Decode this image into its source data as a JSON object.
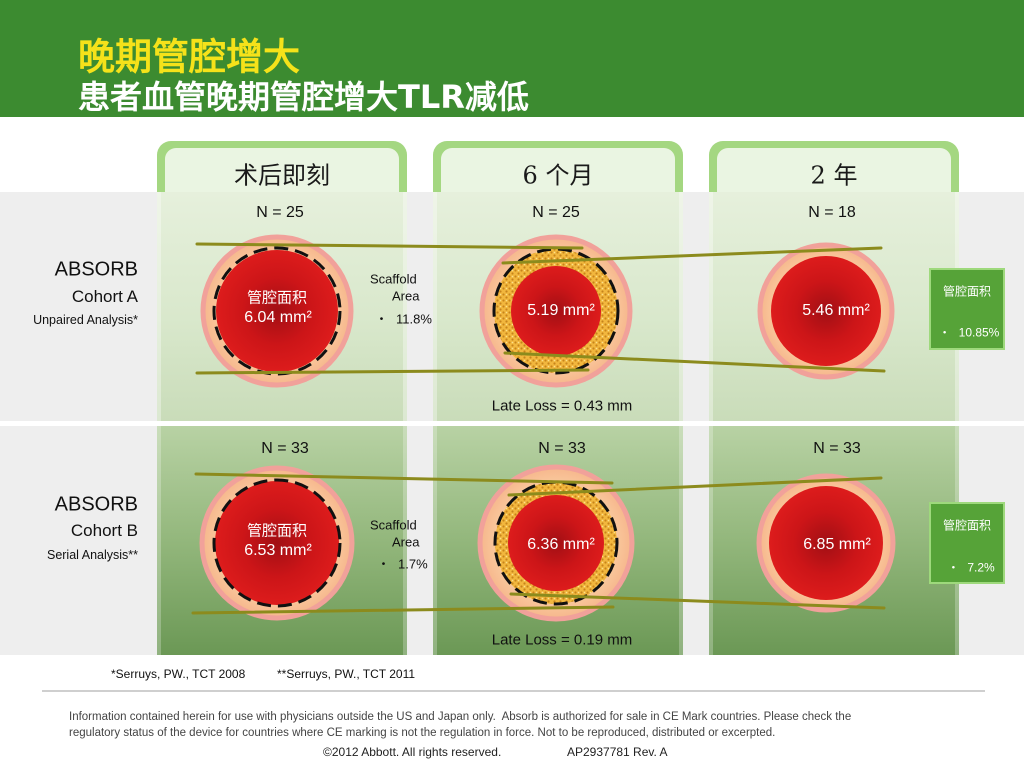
{
  "header": {
    "title": "晚期管腔增大",
    "subtitle": "患者血管晚期管腔增大TLR减低"
  },
  "columns": [
    "术后即刻",
    "6 个月",
    "2 年"
  ],
  "rows": [
    {
      "study": "ABSORB",
      "cohort": "Cohort A",
      "analysis": "Unpaired Analysis*",
      "n": [
        "N = 25",
        "N = 25",
        "N = 18"
      ],
      "lumen_area_label": "管腔面积",
      "lumen_area": [
        "6.04 mm²",
        "5.19 mm²",
        "5.46 mm²"
      ],
      "scaffold_area": {
        "label_line_1": "Scaffold",
        "label_line_2": "Area",
        "bullet": "・",
        "change": "11.8%"
      },
      "late_loss": "Late Loss = 0.43 mm",
      "lumen_area_change": {
        "label": "管腔面积",
        "bullet": "・",
        "change": "10.85%"
      }
    },
    {
      "study": "ABSORB",
      "cohort": "Cohort B",
      "analysis": "Serial Analysis**",
      "n": [
        "N = 33",
        "N = 33",
        "N = 33"
      ],
      "lumen_area_label": "管腔面积",
      "lumen_area": [
        "6.53 mm²",
        "6.36 mm²",
        "6.85 mm²"
      ],
      "scaffold_area": {
        "label_line_1": "Scaffold",
        "label_line_2": "Area",
        "bullet": "・",
        "change": "1.7%"
      },
      "late_loss": "Late Loss = 0.19 mm",
      "lumen_area_change": {
        "label": "管腔面积",
        "bullet": "・",
        "change": "7.2%"
      }
    }
  ],
  "footer": {
    "references": [
      "*Serruys, PW., TCT 2008",
      "**Serruys, PW., TCT 2011"
    ],
    "disclaimer": [
      "Information contained herein for use with physicians outside the US and Japan only.  Absorb is authorized for sale in CE Mark countries. Please check the",
      "regulatory status of the device for countries where CE marking is not the regulation in force. Not to be reproduced, distributed or excerpted."
    ],
    "copyright": "©2012 Abbott. All rights reserved.",
    "code": "AP2937781 Rev. A"
  },
  "colors": {
    "brand_green": "#3c8b30",
    "title_yellow": "#f5e21a",
    "lumen_red": "#dd1c1c",
    "scaffold_gold": "#f2b73e",
    "trend_line_olive": "#8c8b1d",
    "highlight_box_green": "#56a338"
  }
}
